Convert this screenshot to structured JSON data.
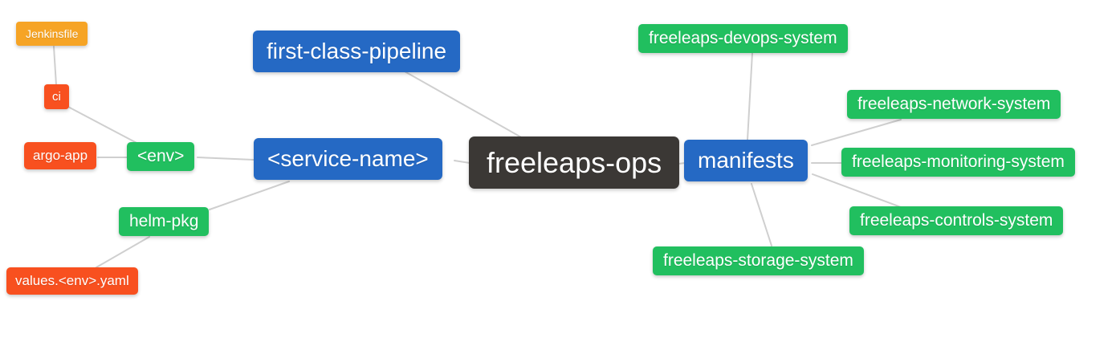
{
  "diagram": {
    "type": "mindmap",
    "root_label": "freeleaps-ops",
    "colors": {
      "root_bg": "#3b3835",
      "branch_bg": "#2569c4",
      "group_bg": "#21bf5f",
      "detail_bg": "#f8501f",
      "file_bg": "#f6a425",
      "edge": "#cfcfcf",
      "text": "#ffffff",
      "background": "#ffffff"
    },
    "nodes": {
      "root": {
        "label": "freeleaps-ops"
      },
      "first_class_pipeline": {
        "label": "first-class-pipeline"
      },
      "service_name": {
        "label": "<service-name>"
      },
      "env": {
        "label": "<env>"
      },
      "ci": {
        "label": "ci"
      },
      "jenkinsfile": {
        "label": "Jenkinsfile"
      },
      "argo_app": {
        "label": "argo-app"
      },
      "helm_pkg": {
        "label": "helm-pkg"
      },
      "values_env_yaml": {
        "label": "values.<env>.yaml"
      },
      "manifests": {
        "label": "manifests"
      },
      "devops_system": {
        "label": "freeleaps-devops-system"
      },
      "network_system": {
        "label": "freeleaps-network-system"
      },
      "monitoring_system": {
        "label": "freeleaps-monitoring-system"
      },
      "controls_system": {
        "label": "freeleaps-controls-system"
      },
      "storage_system": {
        "label": "freeleaps-storage-system"
      }
    },
    "edges": [
      {
        "from": "freeleaps-ops",
        "to": "first-class-pipeline"
      },
      {
        "from": "freeleaps-ops",
        "to": "<service-name>"
      },
      {
        "from": "freeleaps-ops",
        "to": "manifests"
      },
      {
        "from": "<service-name>",
        "to": "<env>"
      },
      {
        "from": "<service-name>",
        "to": "helm-pkg"
      },
      {
        "from": "<env>",
        "to": "ci"
      },
      {
        "from": "<env>",
        "to": "argo-app"
      },
      {
        "from": "ci",
        "to": "Jenkinsfile"
      },
      {
        "from": "helm-pkg",
        "to": "values.<env>.yaml"
      },
      {
        "from": "manifests",
        "to": "freeleaps-devops-system"
      },
      {
        "from": "manifests",
        "to": "freeleaps-network-system"
      },
      {
        "from": "manifests",
        "to": "freeleaps-monitoring-system"
      },
      {
        "from": "manifests",
        "to": "freeleaps-controls-system"
      },
      {
        "from": "manifests",
        "to": "freeleaps-storage-system"
      }
    ]
  }
}
